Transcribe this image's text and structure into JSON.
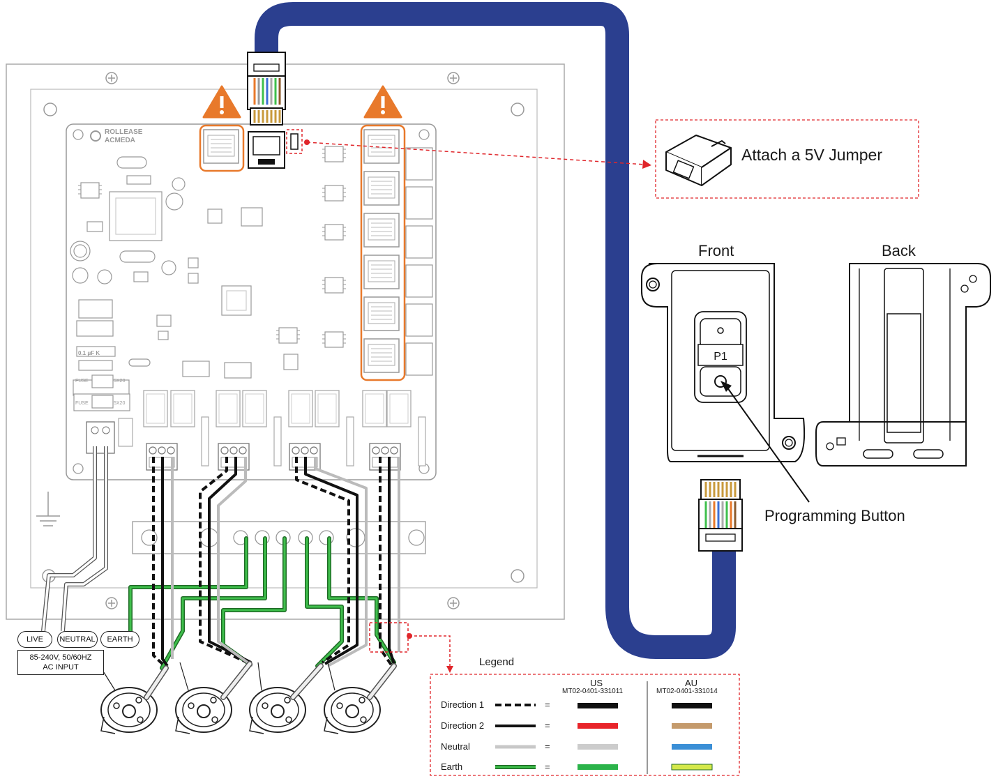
{
  "brand": {
    "line1": "ROLLEASE",
    "line2": "ACMEDA"
  },
  "board_labels": {
    "fuse": "FUSE",
    "fuse_size": "5X20",
    "cap": "0.1 μF K"
  },
  "callouts": {
    "jumper": "Attach a 5V Jumper",
    "front": "Front",
    "back": "Back",
    "p1": "P1",
    "programming_button": "Programming Button"
  },
  "power": {
    "live": "LIVE",
    "neutral": "NEUTRAL",
    "earth": "EARTH",
    "ac_line1": "85-240V, 50/60HZ",
    "ac_line2": "AC INPUT"
  },
  "legend": {
    "title": "Legend",
    "col_us": "US",
    "col_us_code": "MT02-0401-331011",
    "col_au": "AU",
    "col_au_code": "MT02-0401-331014",
    "rows": [
      {
        "label": "Direction 1",
        "eq": "=",
        "us_color": "#111111",
        "au_color": "#111111"
      },
      {
        "label": "Direction 2",
        "eq": "=",
        "us_color": "#e8242a",
        "au_color": "#c49a6c"
      },
      {
        "label": "Neutral",
        "eq": "=",
        "us_color": "#cccccc",
        "au_color": "#3b8fd6"
      },
      {
        "label": "Earth",
        "eq": "=",
        "us_color": "#2bb34a",
        "au_color": "#d4e84a"
      }
    ]
  },
  "colors": {
    "cable": "#2b3f8f",
    "warning": "#e8792b",
    "callout_red": "#e0262b",
    "board_gray": "#9a9a9a",
    "earth_green": "#2f9a3a"
  }
}
